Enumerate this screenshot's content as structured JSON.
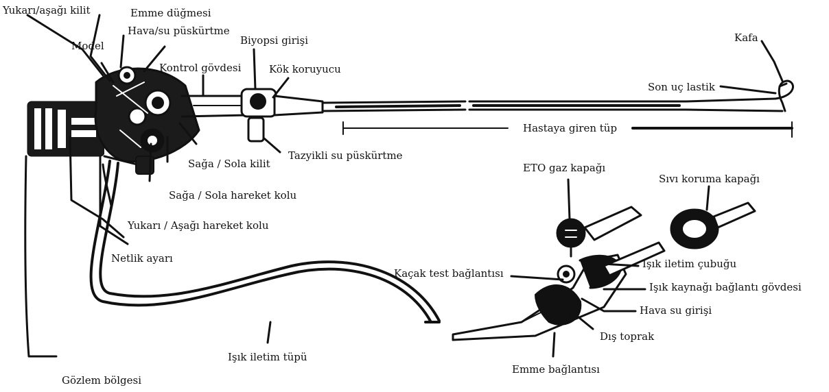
{
  "labels": {
    "updown_lock": "Yukarı/aşağı kilit",
    "suction_button": "Emme düğmesi",
    "air_water_spray": "Hava/su püskürtme",
    "model": "Model",
    "biopsy_inlet": "Biyopsi girişi",
    "control_body": "Kontrol gövdesi",
    "root_protector": "Kök koruyucu",
    "head": "Kafa",
    "tip_rubber": "Son uç lastik",
    "insertion_tube": "Hastaya giren tüp",
    "pressure_water_spray": "Tazyikli su püskürtme",
    "leftright_lock": "Sağa / Sola kilit",
    "leftright_lever": "Sağa / Sola hareket kolu",
    "updown_lever": "Yukarı / Aşağı hareket kolu",
    "focus_adjust": "Netlik ayarı",
    "eto_gas_cap": "ETO gaz kapağı",
    "liquid_cap": "Sıvı koruma kapağı",
    "leak_test": "Kaçak test bağlantısı",
    "light_rod": "Işık iletim çubuğu",
    "light_source_body": "Işık kaynağı bağlantı gövdesi",
    "air_water_inlet": "Hava su girişi",
    "external_ground": "Dış toprak",
    "suction_connection": "Emme bağlantısı",
    "light_tube": "Işık iletim tüpü",
    "eyepiece": "Gözlem bölgesi"
  },
  "colors": {
    "ink": "#111111",
    "paper": "#ffffff"
  }
}
